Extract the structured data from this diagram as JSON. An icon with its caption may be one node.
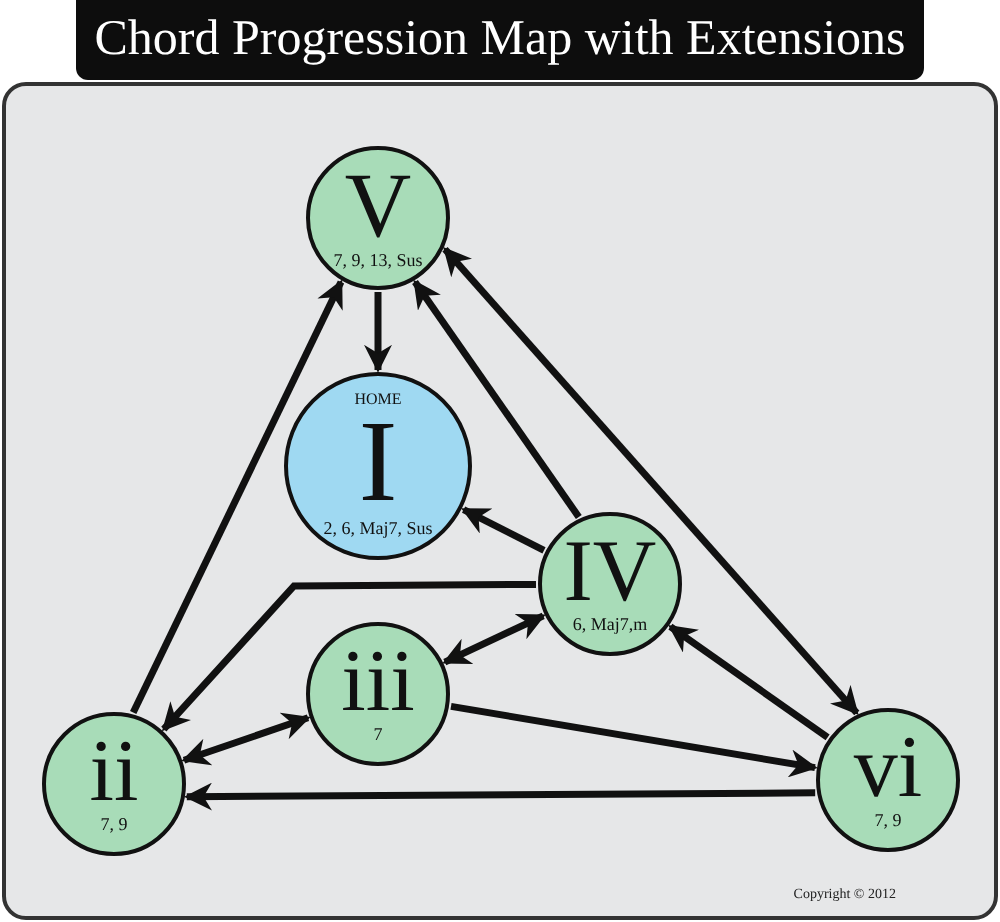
{
  "diagram": {
    "title": "Chord Progression Map with Extensions",
    "nodes": [
      {
        "text": [
          "V",
          "7, 9, 13, Sus"
        ]
      },
      {
        "text": [
          "HOME",
          "I",
          "2, 6, Maj7, Sus"
        ]
      },
      {
        "text": [
          "IV",
          "6, Maj7,m"
        ]
      },
      {
        "text": [
          "iii",
          "7"
        ]
      },
      {
        "text": [
          "ii",
          "7, 9"
        ]
      },
      {
        "text": [
          "vi",
          "7, 9"
        ]
      }
    ],
    "edges": [
      {
        "from": 0,
        "to": 1,
        "arrow": "to"
      },
      {
        "from": 4,
        "to": 0,
        "arrow": "to"
      },
      {
        "from": 2,
        "to": 0,
        "arrow": "to"
      },
      {
        "from": 0,
        "to": 5,
        "arrow": "both"
      },
      {
        "from": 2,
        "to": 1,
        "arrow": "to"
      },
      {
        "from": 2,
        "to": 4,
        "arrow": "to"
      },
      {
        "from": 3,
        "to": 2,
        "arrow": "both"
      },
      {
        "from": 4,
        "to": 3,
        "arrow": "both"
      },
      {
        "from": 5,
        "to": 2,
        "arrow": "to"
      },
      {
        "from": 3,
        "to": 5,
        "arrow": "to"
      },
      {
        "from": 5,
        "to": 4,
        "arrow": "to"
      }
    ],
    "labels": [
      "Copyright © 2012"
    ]
  }
}
